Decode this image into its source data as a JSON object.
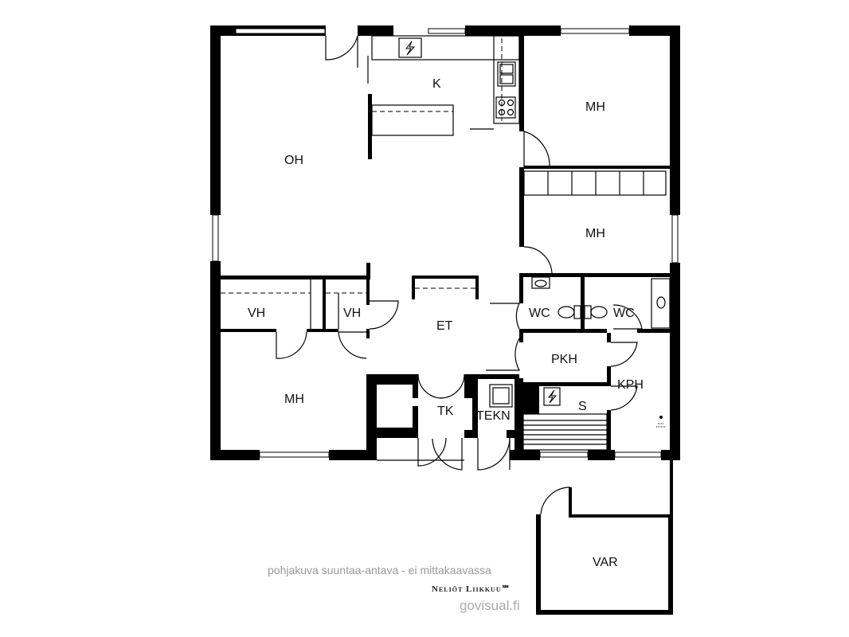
{
  "rooms": {
    "oh": "OH",
    "k": "K",
    "mh_top": "MH",
    "mh_mid": "MH",
    "mh_bottom": "MH",
    "vh_left": "VH",
    "vh_right": "VH",
    "et": "ET",
    "wc1": "WC",
    "wc2": "WC",
    "pkh": "PKH",
    "kph": "KPH",
    "s": "S",
    "tk": "TK",
    "tekn": "TEKN",
    "var": "VAR"
  },
  "footer": {
    "note": "pohjakuva suuntaa-antava - ei mittakaavassa",
    "brand": "Neliöt Liikkuu℠",
    "site": "govisual.fi"
  },
  "icons": {
    "electric": "lightning-bolt",
    "sink": "sink",
    "stove": "stove-burners",
    "toilet": "toilet",
    "shower": "shower-head"
  }
}
